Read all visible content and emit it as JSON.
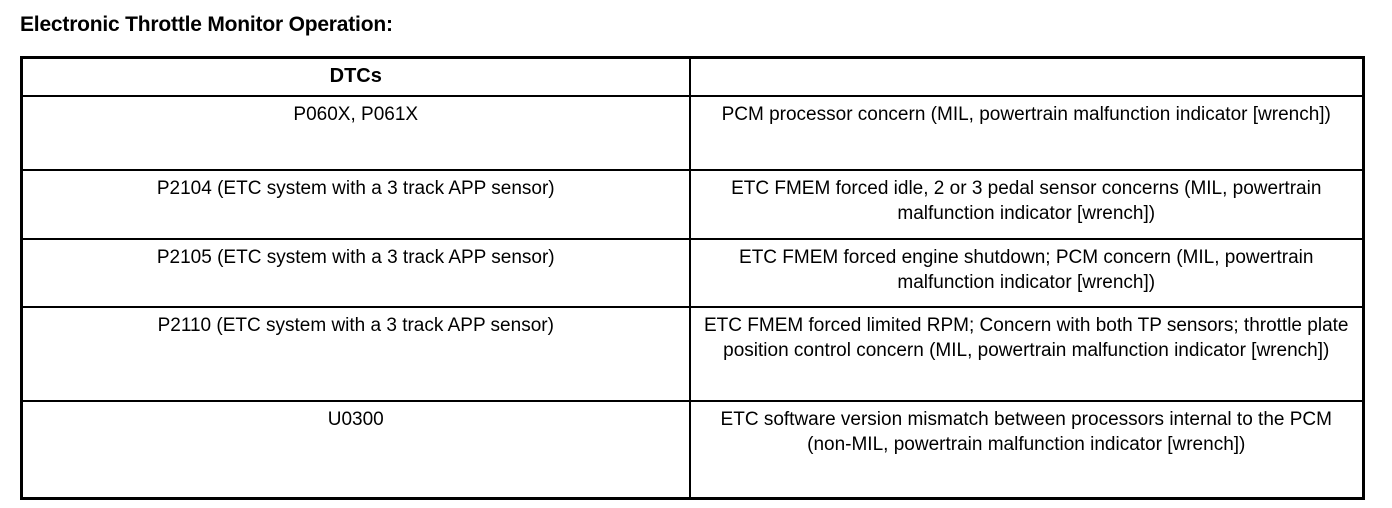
{
  "document": {
    "title": "Electronic Throttle Monitor Operation:"
  },
  "table": {
    "headers": {
      "dtcs": "DTCs",
      "description": ""
    },
    "rows": [
      {
        "dtc": "P060X, P061X",
        "description": "PCM processor concern (MIL, powertrain malfunction indicator [wrench])"
      },
      {
        "dtc": "P2104 (ETC system with a 3 track APP sensor)",
        "description": "ETC FMEM  forced idle, 2 or 3 pedal sensor concerns (MIL, powertrain malfunction indicator [wrench])"
      },
      {
        "dtc": "P2105 (ETC system with a 3 track APP sensor)",
        "description": "ETC FMEM  forced engine shutdown; PCM concern (MIL, powertrain malfunction indicator [wrench])"
      },
      {
        "dtc": "P2110 (ETC system with a 3 track APP sensor)",
        "description": "ETC FMEM  forced limited RPM; Concern with both TP sensors; throttle plate position control concern (MIL, powertrain malfunction indicator [wrench])"
      },
      {
        "dtc": "U0300",
        "description": "ETC software version mismatch between processors internal to the PCM (non-MIL, powertrain malfunction indicator [wrench])"
      }
    ]
  },
  "colors": {
    "text": "#000000",
    "background": "#ffffff",
    "border": "#000000"
  }
}
